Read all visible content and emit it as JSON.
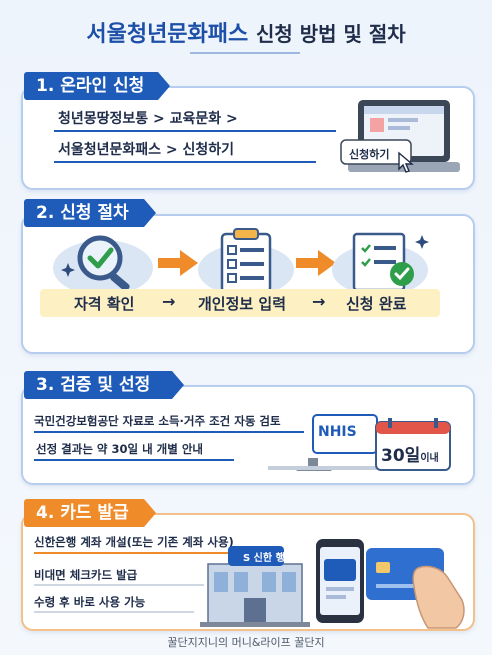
{
  "title": {
    "main": "서울청년문화패스",
    "suffix": "신청 방법 및 절차"
  },
  "section1": {
    "header": "1. 온라인 신청",
    "line1": "청년몽땅정보통 > 교육문화 >",
    "line2": "서울청년문화패스 > 신청하기",
    "button": "신청하기"
  },
  "section2": {
    "header": "2. 신청 절차",
    "steps": [
      "자격 확인",
      "개인정보 입력",
      "신청 완료"
    ],
    "arrow": "→"
  },
  "section3": {
    "header": "3. 검증 및 선정",
    "line1": "국민건강보험공단 자료로 소득·거주 조건 자동 검토",
    "line2": "선정 결과는 약 30일 내 개별 안내",
    "logo": "NHIS",
    "calendar_num": "30일",
    "calendar_suffix": "이내"
  },
  "section4": {
    "header": "4. 카드 발급",
    "line1": "신한은행 계좌 개설(또는 기존 계좌 사용)",
    "line2": "비대면 체크카드 발급",
    "line3": "수령 후 바로 사용 가능",
    "bank_sign": "S 신한 행"
  },
  "footer": "꿀단지지니의 머니&라이프 꿀단지",
  "colors": {
    "primary": "#1f5bb8",
    "accent": "#f08b2a",
    "highlight": "#fdf1c4",
    "check": "#2e9e4a"
  },
  "icons": [
    "laptop-icon",
    "cursor-icon",
    "magnifier-check-icon",
    "clipboard-icon",
    "document-check-icon",
    "nhis-logo-icon",
    "calendar-icon",
    "bank-building-icon",
    "smartphone-icon",
    "credit-card-icon",
    "hand-icon",
    "sparkle-icon",
    "arrow-right-icon"
  ]
}
